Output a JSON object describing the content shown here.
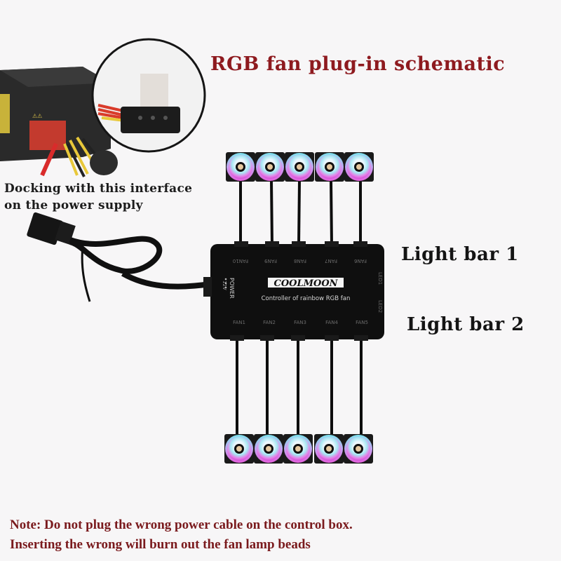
{
  "title": "RGB fan plug-in schematic",
  "power_supply": {
    "label_line1": "Docking with this interface",
    "label_line2": "on the power supply"
  },
  "controller": {
    "brand": "COOLMOON",
    "subtitle": "Controller of rainbow RGB fan",
    "power_label": "POWER",
    "voltage_label": "12V",
    "top_ports": [
      "FAN10",
      "FAN9",
      "FAN8",
      "FAN7",
      "FAN6"
    ],
    "bottom_ports": [
      "FAN1",
      "FAN2",
      "FAN3",
      "FAN4",
      "FAN5"
    ],
    "side_ports": [
      "LED1",
      "LED2"
    ]
  },
  "light_bars": [
    {
      "label": "Light bar 1"
    },
    {
      "label": "Light bar 2"
    }
  ],
  "fans": {
    "top_count": 5,
    "bottom_count": 5
  },
  "note": {
    "line1": "Note: Do not plug the wrong power cable on the control box.",
    "line2": "Inserting the wrong will burn out the fan lamp beads"
  },
  "colors": {
    "title": "#8e1a1f",
    "note": "#7a1a1d",
    "background": "#f7f6f7",
    "controller": "#111111"
  }
}
